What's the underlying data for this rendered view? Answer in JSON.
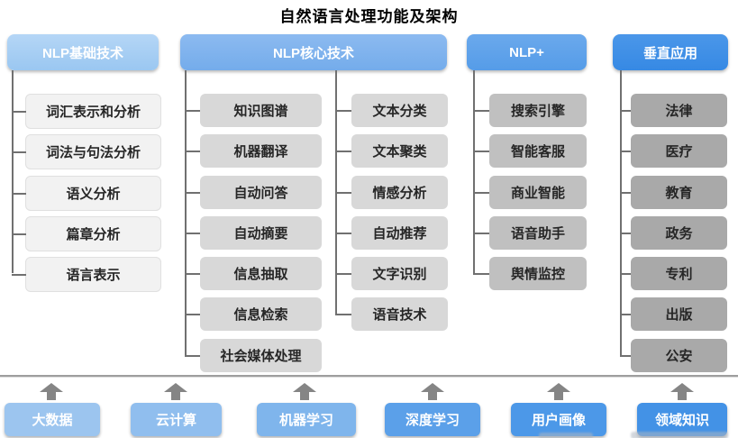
{
  "title": "自然语言处理功能及架构",
  "columns": [
    {
      "header": "NLP基础技术",
      "items": [
        "词汇表示和分析",
        "词法与句法分析",
        "语义分析",
        "篇章分析",
        "语言表示"
      ]
    },
    {
      "header": "NLP核心技术",
      "items_left": [
        "知识图谱",
        "机器翻译",
        "自动问答",
        "自动摘要",
        "信息抽取",
        "信息检索",
        "社会媒体处理"
      ],
      "items_right": [
        "文本分类",
        "文本聚类",
        "情感分析",
        "自动推荐",
        "文字识别",
        "语音技术"
      ]
    },
    {
      "header": "NLP+",
      "items": [
        "搜索引擎",
        "智能客服",
        "商业智能",
        "语音助手",
        "舆情监控"
      ]
    },
    {
      "header": "垂直应用",
      "items": [
        "法律",
        "医疗",
        "教育",
        "政务",
        "专利",
        "出版",
        "公安"
      ]
    }
  ],
  "foundation": [
    "大数据",
    "云计算",
    "机器学习",
    "深度学习",
    "用户画像",
    "领域知识"
  ],
  "colors": {
    "header_1": "#a9cff3",
    "header_2": "#7fb3ee",
    "header_3": "#61a4ea",
    "header_4": "#3e8ee6",
    "box_column_1": "#f2f2f2",
    "box_column_2": "#d8d8d8",
    "box_column_3": "#c0c0c0",
    "box_column_4": "#a9a9a9",
    "foundation_left": "#9cc5ef",
    "foundation_right": "#4392e6",
    "connector_line": "#707070",
    "arrow": "#858585",
    "title_text": "#000000",
    "box_text": "#262626",
    "header_text": "#ffffff"
  }
}
